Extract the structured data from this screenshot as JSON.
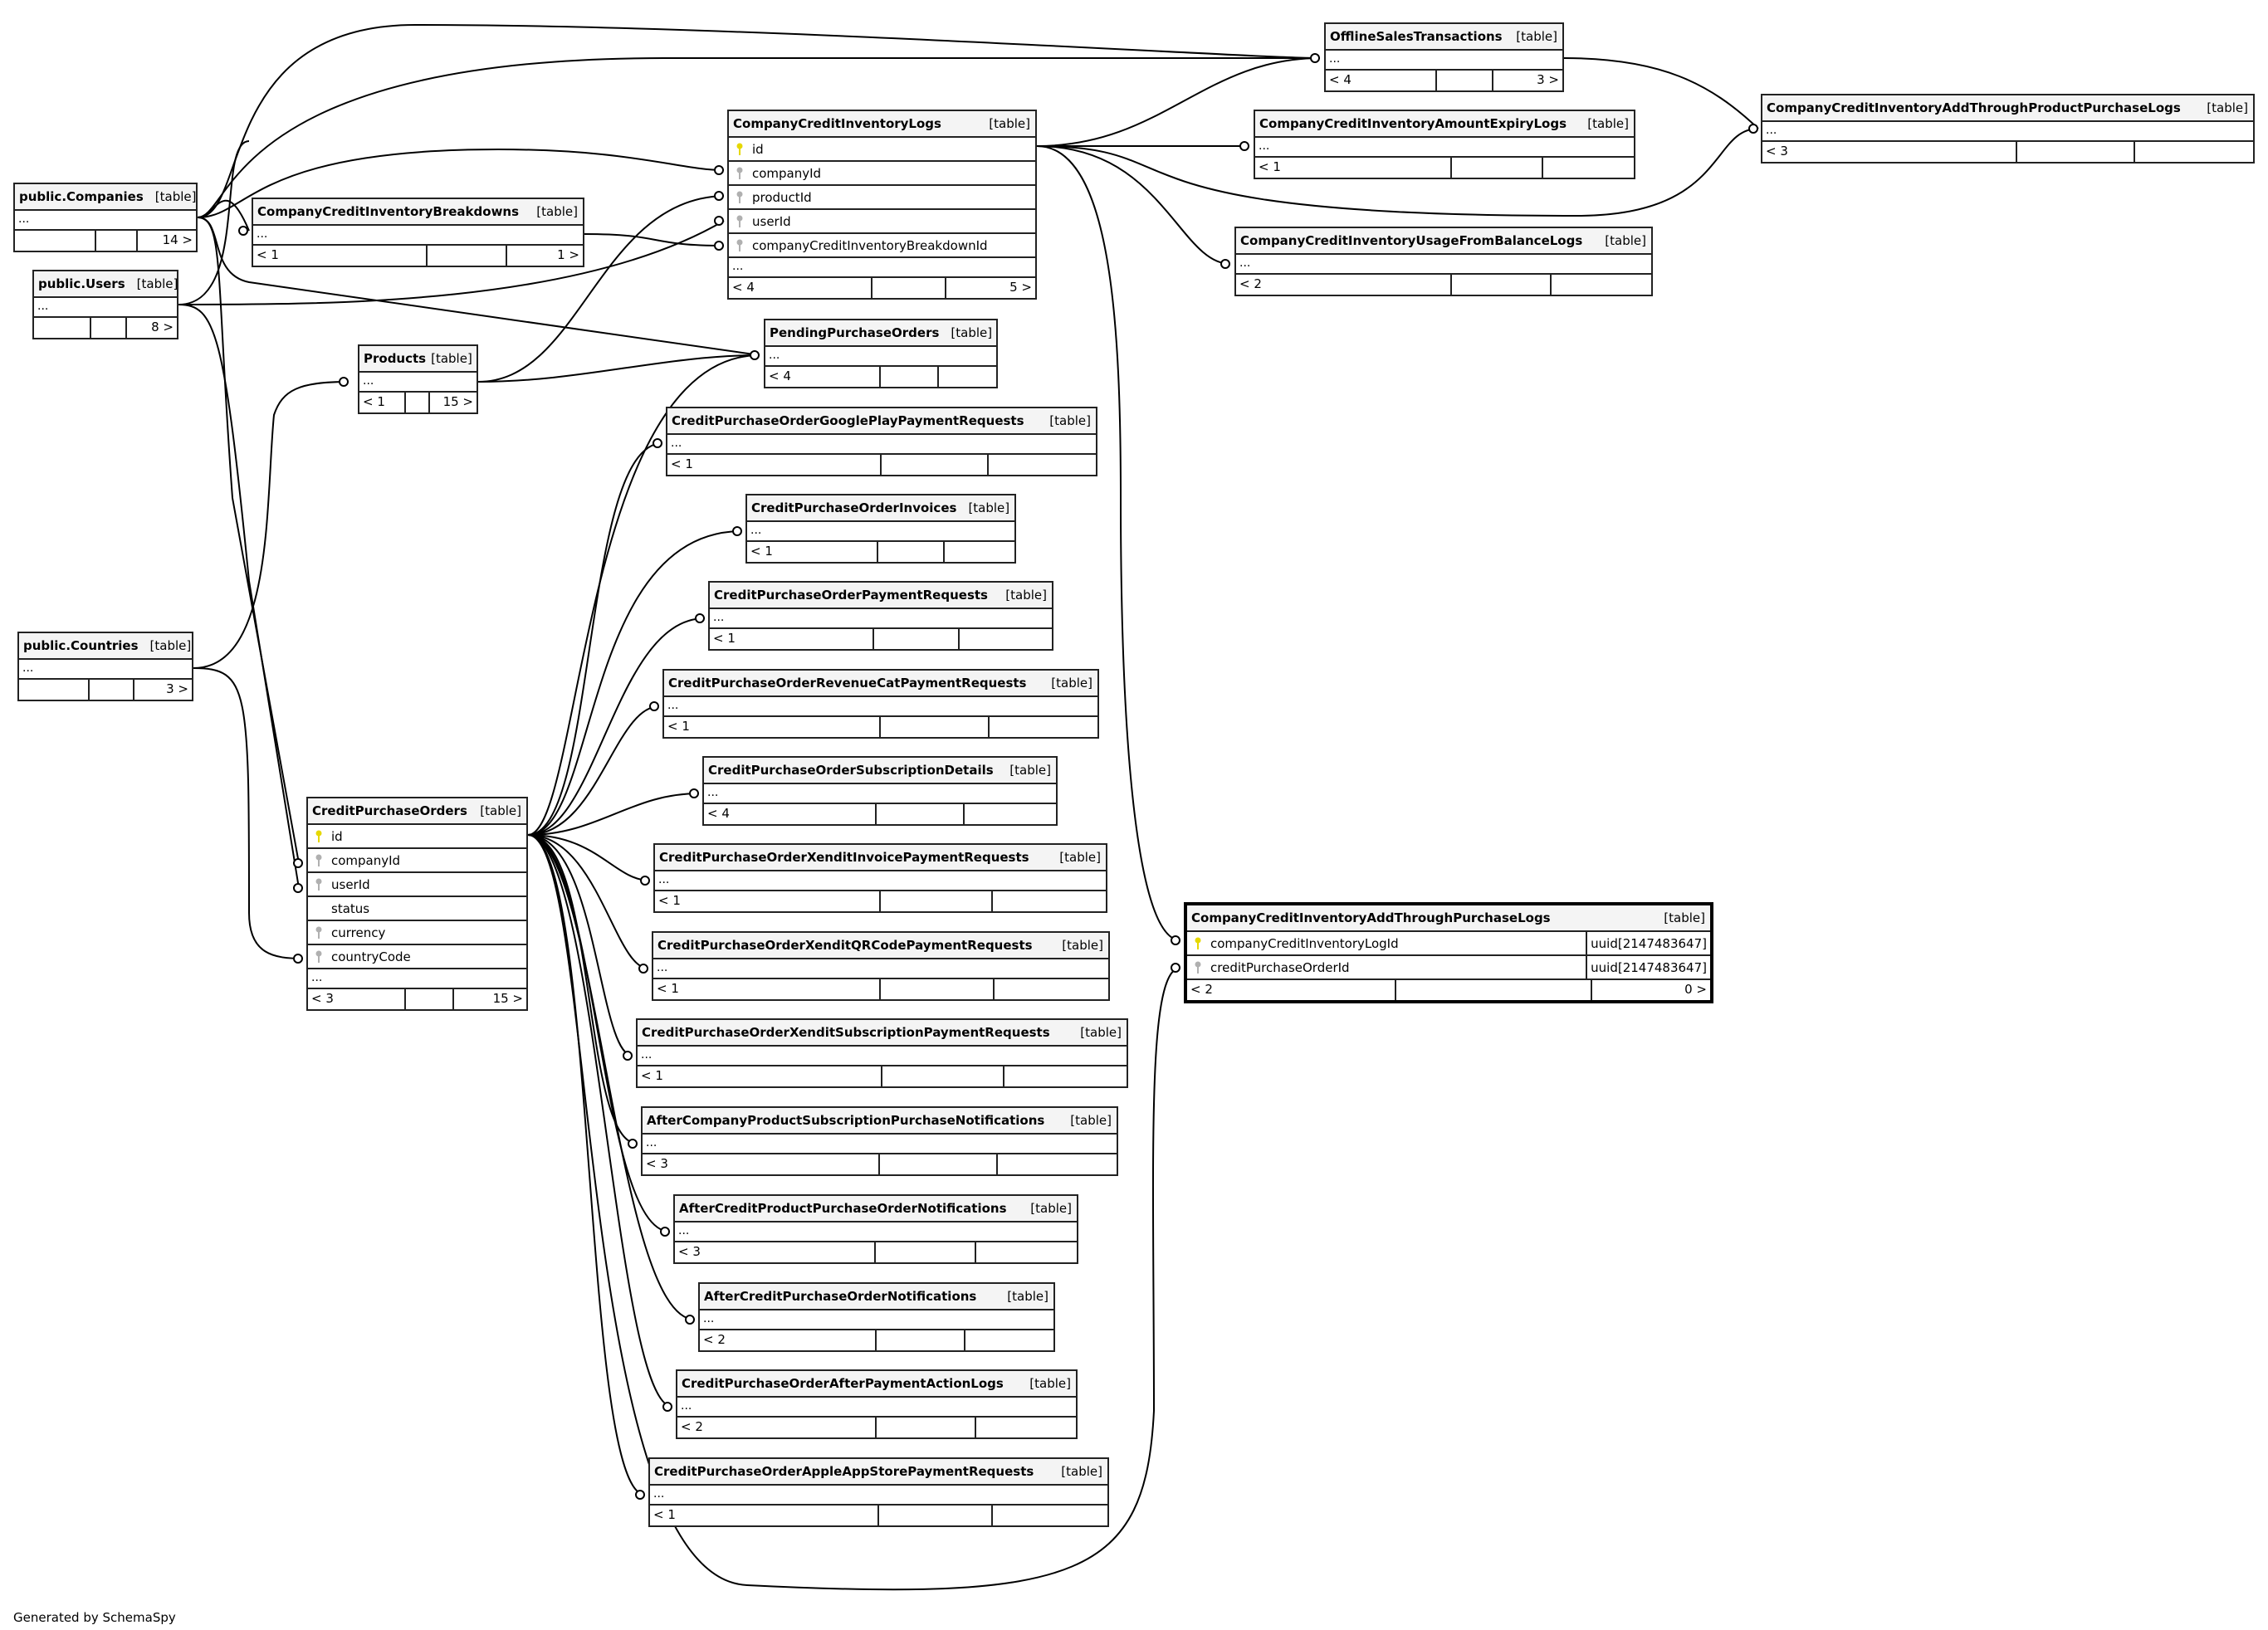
{
  "diagram": {
    "footer_text": "Generated by SchemaSpy",
    "type_label": "[table]",
    "more_label": "...",
    "colors": {
      "primary_key": "#e6d800",
      "foreign_key": "#b0b0b0",
      "header_bg": "#f4f4f4",
      "border": "#222222"
    },
    "tables": {
      "companies": {
        "name": "public.Companies",
        "footer": [
          "",
          "",
          "14 >"
        ]
      },
      "users": {
        "name": "public.Users",
        "footer": [
          "",
          "",
          "8 >"
        ]
      },
      "countries": {
        "name": "public.Countries",
        "footer": [
          "",
          "",
          "3 >"
        ]
      },
      "breakdowns": {
        "name": "CompanyCreditInventoryBreakdowns",
        "footer": [
          "< 1",
          "",
          "1 >"
        ]
      },
      "products": {
        "name": "Products",
        "footer": [
          "< 1",
          "",
          "15 >"
        ]
      },
      "inventory_logs": {
        "name": "CompanyCreditInventoryLogs",
        "columns": [
          {
            "name": "id",
            "key": "primary"
          },
          {
            "name": "companyId",
            "key": "foreign"
          },
          {
            "name": "productId",
            "key": "foreign"
          },
          {
            "name": "userId",
            "key": "foreign"
          },
          {
            "name": "companyCreditInventoryBreakdownId",
            "key": "foreign"
          }
        ],
        "footer": [
          "< 4",
          "",
          "5 >"
        ]
      },
      "offline_sales": {
        "name": "OfflineSalesTransactions",
        "footer": [
          "< 4",
          "",
          "3 >"
        ]
      },
      "amount_expiry": {
        "name": "CompanyCreditInventoryAmountExpiryLogs",
        "footer": [
          "< 1",
          "",
          ""
        ]
      },
      "usage_balance": {
        "name": "CompanyCreditInventoryUsageFromBalanceLogs",
        "footer": [
          "< 2",
          "",
          ""
        ]
      },
      "add_product_purchase": {
        "name": "CompanyCreditInventoryAddThroughProductPurchaseLogs",
        "footer": [
          "< 3",
          "",
          ""
        ]
      },
      "pending_orders": {
        "name": "PendingPurchaseOrders",
        "footer": [
          "< 4",
          "",
          ""
        ]
      },
      "google_play": {
        "name": "CreditPurchaseOrderGooglePlayPaymentRequests",
        "footer": [
          "< 1",
          "",
          ""
        ]
      },
      "invoices": {
        "name": "CreditPurchaseOrderInvoices",
        "footer": [
          "< 1",
          "",
          ""
        ]
      },
      "payment_requests": {
        "name": "CreditPurchaseOrderPaymentRequests",
        "footer": [
          "< 1",
          "",
          ""
        ]
      },
      "revenuecat": {
        "name": "CreditPurchaseOrderRevenueCatPaymentRequests",
        "footer": [
          "< 1",
          "",
          ""
        ]
      },
      "subscription_details": {
        "name": "CreditPurchaseOrderSubscriptionDetails",
        "footer": [
          "< 4",
          "",
          ""
        ]
      },
      "xendit_invoice": {
        "name": "CreditPurchaseOrderXenditInvoicePaymentRequests",
        "footer": [
          "< 1",
          "",
          ""
        ]
      },
      "xendit_qr": {
        "name": "CreditPurchaseOrderXenditQRCodePaymentRequests",
        "footer": [
          "< 1",
          "",
          ""
        ]
      },
      "xendit_subscription": {
        "name": "CreditPurchaseOrderXenditSubscriptionPaymentRequests",
        "footer": [
          "< 1",
          "",
          ""
        ]
      },
      "after_company_sub": {
        "name": "AfterCompanyProductSubscriptionPurchaseNotifications",
        "footer": [
          "< 3",
          "",
          ""
        ]
      },
      "after_credit_product": {
        "name": "AfterCreditProductPurchaseOrderNotifications",
        "footer": [
          "< 3",
          "",
          ""
        ]
      },
      "after_credit_purchase": {
        "name": "AfterCreditPurchaseOrderNotifications",
        "footer": [
          "< 2",
          "",
          ""
        ]
      },
      "after_payment_logs": {
        "name": "CreditPurchaseOrderAfterPaymentActionLogs",
        "footer": [
          "< 2",
          "",
          ""
        ]
      },
      "apple_app_store": {
        "name": "CreditPurchaseOrderAppleAppStorePaymentRequests",
        "footer": [
          "< 1",
          "",
          ""
        ]
      },
      "credit_purchase_orders": {
        "name": "CreditPurchaseOrders",
        "columns": [
          {
            "name": "id",
            "key": "primary"
          },
          {
            "name": "companyId",
            "key": "foreign"
          },
          {
            "name": "userId",
            "key": "foreign"
          },
          {
            "name": "status",
            "key": "none"
          },
          {
            "name": "currency",
            "key": "foreign"
          },
          {
            "name": "countryCode",
            "key": "foreign"
          }
        ],
        "footer": [
          "< 3",
          "",
          "15 >"
        ]
      },
      "add_purchase_logs": {
        "name": "CompanyCreditInventoryAddThroughPurchaseLogs",
        "columns": [
          {
            "name": "companyCreditInventoryLogId",
            "key": "primary",
            "type": "uuid[2147483647]"
          },
          {
            "name": "creditPurchaseOrderId",
            "key": "foreign",
            "type": "uuid[2147483647]"
          }
        ],
        "footer": [
          "< 2",
          "",
          "0 >"
        ]
      }
    }
  }
}
